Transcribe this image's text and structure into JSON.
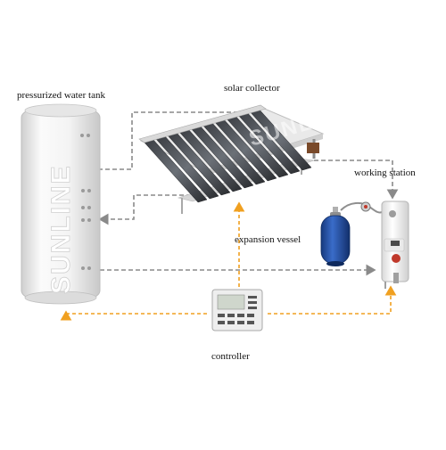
{
  "labels": {
    "tank": "pressurized water tank",
    "collector": "solar collector",
    "station": "working station",
    "vessel": "expansion vessel",
    "controller": "controller"
  },
  "branding": {
    "tank_logo": "SUNLINE",
    "collector_logo": "SUNLINE"
  },
  "colors": {
    "water_line": "#8a8a8a",
    "signal_line": "#f0a020",
    "vessel_blue": "#1f4fa8",
    "tank_body": "#f2f2f2"
  }
}
